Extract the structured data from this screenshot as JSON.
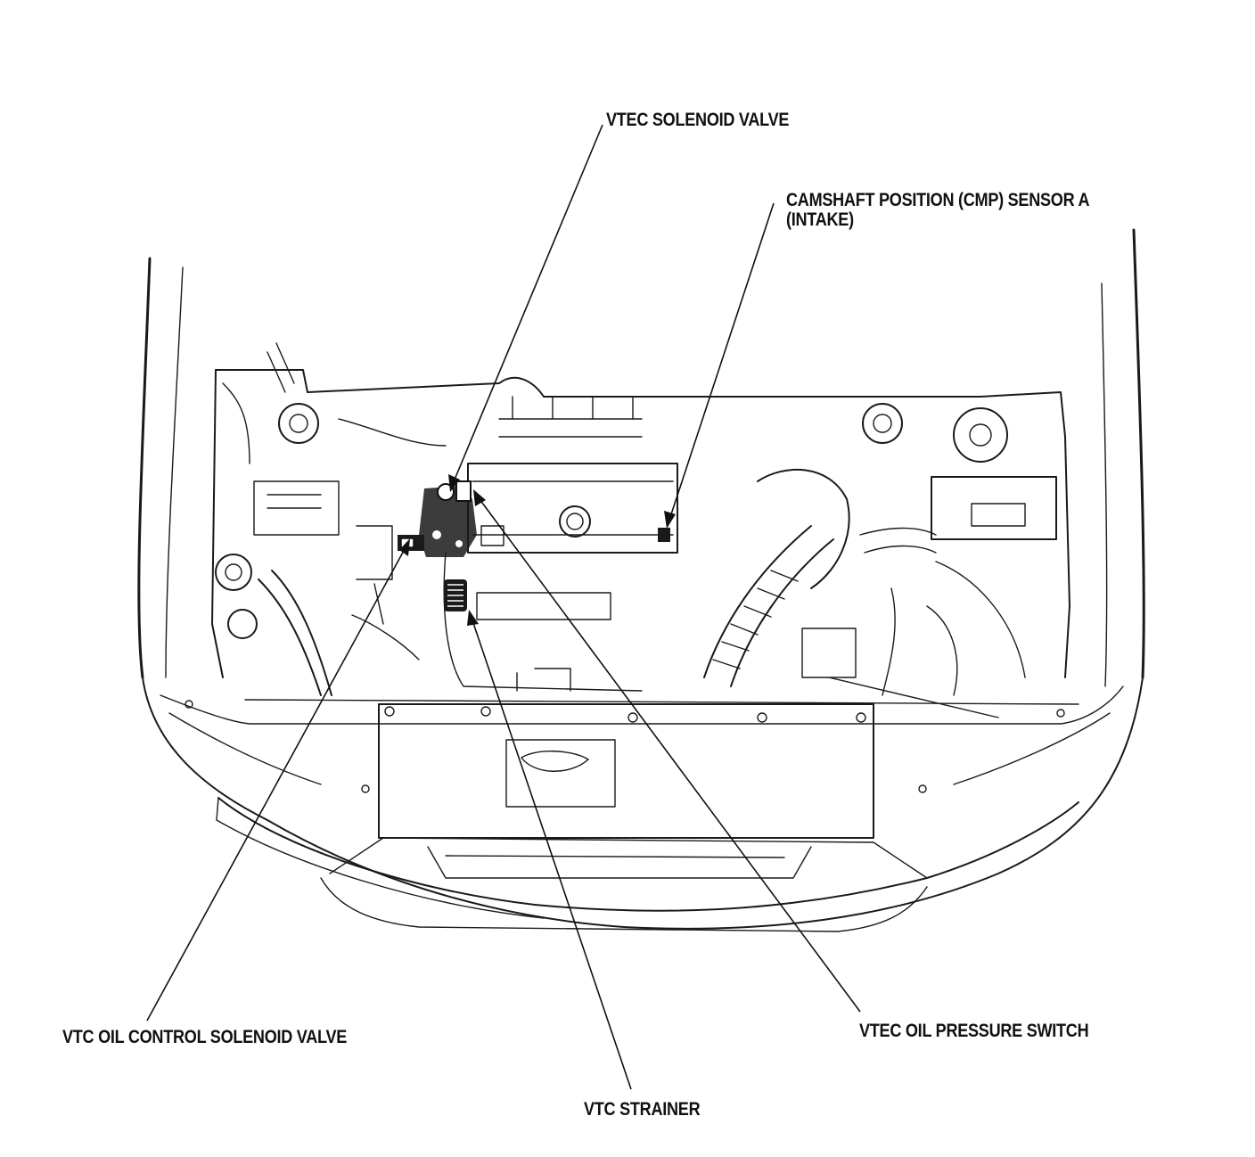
{
  "labels": {
    "vtec_solenoid_valve": "VTEC SOLENOID VALVE",
    "cmp_sensor_line1": "CAMSHAFT POSITION (CMP) SENSOR A",
    "cmp_sensor_line2": "(INTAKE)",
    "vtc_oil_control_solenoid_valve": "VTC OIL CONTROL SOLENOID VALVE",
    "vtec_oil_pressure_switch": "VTEC OIL PRESSURE SWITCH",
    "vtc_strainer": "VTC STRAINER"
  }
}
